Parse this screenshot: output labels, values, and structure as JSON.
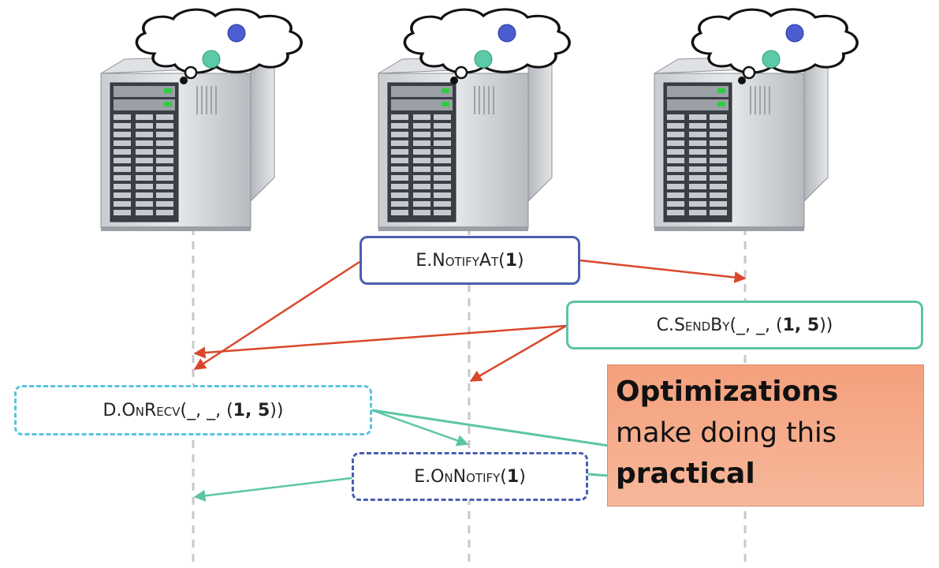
{
  "boxes": {
    "notify_at": {
      "prefix": "E.",
      "method": "NotifyAt",
      "open": "(",
      "arg": "1",
      "close": ")"
    },
    "send_by": {
      "prefix": "C.",
      "method": "SendBy",
      "open": "(_, _, (",
      "arg": "1, 5",
      "close": "))"
    },
    "on_recv": {
      "prefix": "D.",
      "method": "OnRecv",
      "open": "(_, _, (",
      "arg": "1, 5",
      "close": "))"
    },
    "on_notify": {
      "prefix": "E.",
      "method": "OnNotify",
      "open": "(",
      "arg": "1",
      "close": ")"
    }
  },
  "callout": {
    "line1": "Optimizations",
    "line2": "make doing this",
    "line3": "practical"
  },
  "colors": {
    "arrow_red": "#d9472b",
    "arrow_teal": "#5cc5a5",
    "box_blue": "#4a5fb0",
    "box_teal": "#5cc5a5",
    "box_cyan": "#5bc4dd",
    "callout_fill": "#f4a07c",
    "lifeline": "#c8c8c8",
    "dot_blue": "#4a5ed0",
    "dot_teal": "#5ccaa8"
  }
}
